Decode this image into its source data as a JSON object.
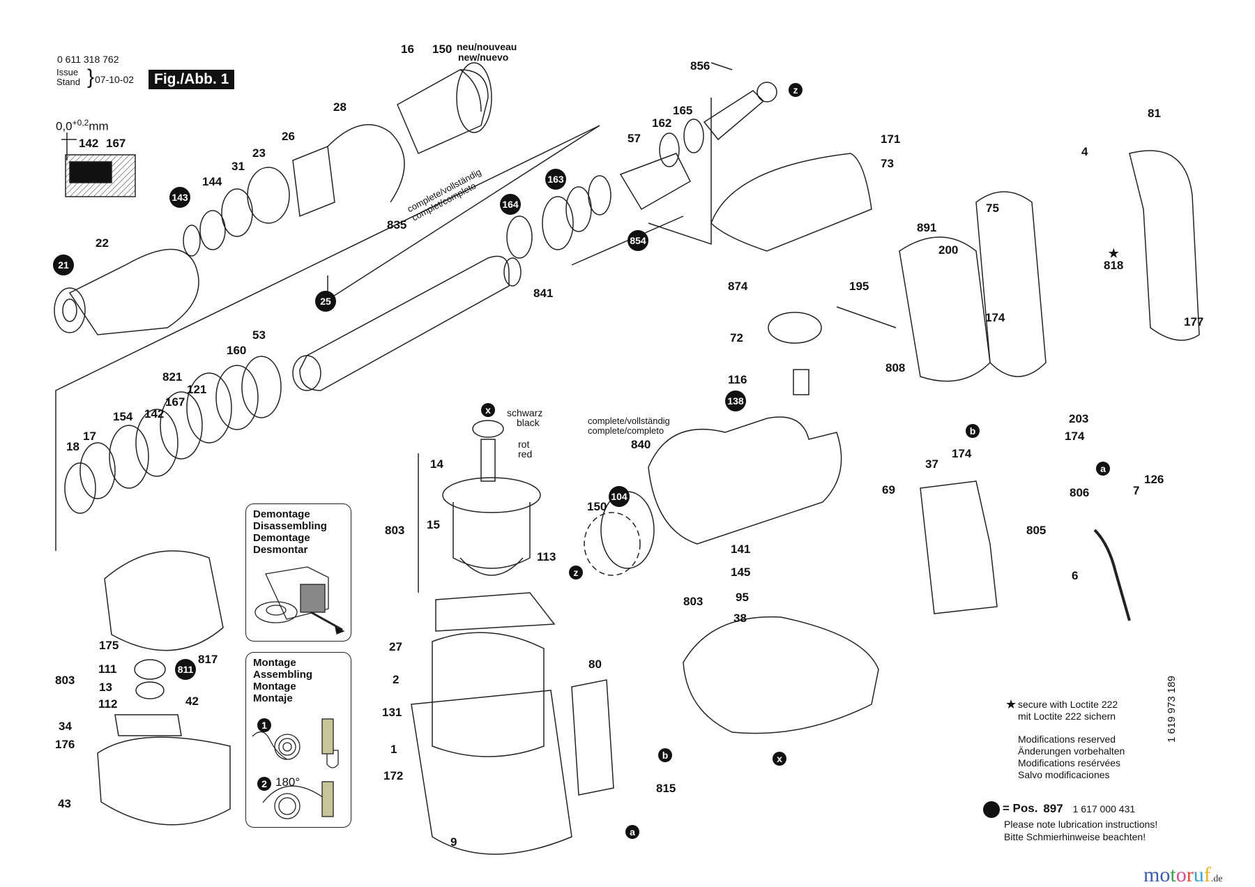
{
  "header": {
    "part_number": "0 611 318 762",
    "issue_label_1": "Issue",
    "issue_label_2": "Stand",
    "issue_date": "07-10-02",
    "figure_title": "Fig./Abb. 1"
  },
  "tolerance_inset": {
    "tolerance": "0,0",
    "tolerance_sup": "+0,2",
    "unit": "mm",
    "parts": [
      "142",
      "167"
    ]
  },
  "group_labels": {
    "new_1": "neu/nouveau",
    "new_2": "new/nuevo",
    "complete_a_1": "complete/vollständig",
    "complete_a_2": "complet/completo",
    "complete_b_1": "complete/vollständig",
    "complete_b_2": "complete/completo",
    "wire_black_de": "schwarz",
    "wire_black_en": "black",
    "wire_red_de": "rot",
    "wire_red_en": "red"
  },
  "part_labels": [
    {
      "id": "16",
      "style": "plain"
    },
    {
      "id": "150",
      "style": "plain"
    },
    {
      "id": "28",
      "style": "plain"
    },
    {
      "id": "26",
      "style": "plain"
    },
    {
      "id": "144",
      "style": "plain"
    },
    {
      "id": "31",
      "style": "plain"
    },
    {
      "id": "23",
      "style": "plain"
    },
    {
      "id": "22",
      "style": "plain"
    },
    {
      "id": "835",
      "style": "plain"
    },
    {
      "id": "841",
      "style": "plain"
    },
    {
      "id": "57",
      "style": "plain"
    },
    {
      "id": "162",
      "style": "plain"
    },
    {
      "id": "165",
      "style": "plain"
    },
    {
      "id": "856",
      "style": "plain"
    },
    {
      "id": "171",
      "style": "plain"
    },
    {
      "id": "73",
      "style": "plain"
    },
    {
      "id": "81",
      "style": "plain"
    },
    {
      "id": "4",
      "style": "plain"
    },
    {
      "id": "75",
      "style": "plain"
    },
    {
      "id": "891",
      "style": "plain"
    },
    {
      "id": "200",
      "style": "plain"
    },
    {
      "id": "818",
      "style": "plain"
    },
    {
      "id": "174",
      "style": "plain"
    },
    {
      "id": "177",
      "style": "plain"
    },
    {
      "id": "874",
      "style": "plain"
    },
    {
      "id": "195",
      "style": "plain"
    },
    {
      "id": "72",
      "style": "plain"
    },
    {
      "id": "116",
      "style": "plain"
    },
    {
      "id": "808",
      "style": "plain"
    },
    {
      "id": "203",
      "style": "plain"
    },
    {
      "id": "53",
      "style": "plain"
    },
    {
      "id": "160",
      "style": "plain"
    },
    {
      "id": "821",
      "style": "plain"
    },
    {
      "id": "121",
      "style": "plain"
    },
    {
      "id": "167",
      "style": "plain"
    },
    {
      "id": "142",
      "style": "plain"
    },
    {
      "id": "154",
      "style": "plain"
    },
    {
      "id": "17",
      "style": "plain"
    },
    {
      "id": "18",
      "style": "plain"
    },
    {
      "id": "14",
      "style": "plain"
    },
    {
      "id": "15",
      "style": "plain"
    },
    {
      "id": "803",
      "style": "plain"
    },
    {
      "id": "113",
      "style": "plain"
    },
    {
      "id": "27",
      "style": "plain"
    },
    {
      "id": "2",
      "style": "plain"
    },
    {
      "id": "131",
      "style": "plain"
    },
    {
      "id": "1",
      "style": "plain"
    },
    {
      "id": "172",
      "style": "plain"
    },
    {
      "id": "9",
      "style": "plain"
    },
    {
      "id": "80",
      "style": "plain"
    },
    {
      "id": "815",
      "style": "plain"
    },
    {
      "id": "840",
      "style": "plain"
    },
    {
      "id": "141",
      "style": "plain"
    },
    {
      "id": "145",
      "style": "plain"
    },
    {
      "id": "95",
      "style": "plain"
    },
    {
      "id": "38",
      "style": "plain"
    },
    {
      "id": "37",
      "style": "plain"
    },
    {
      "id": "69",
      "style": "plain"
    },
    {
      "id": "806",
      "style": "plain"
    },
    {
      "id": "7",
      "style": "plain"
    },
    {
      "id": "126",
      "style": "plain"
    },
    {
      "id": "805",
      "style": "plain"
    },
    {
      "id": "6",
      "style": "plain"
    },
    {
      "id": "175",
      "style": "plain"
    },
    {
      "id": "111",
      "style": "plain"
    },
    {
      "id": "13",
      "style": "plain"
    },
    {
      "id": "112",
      "style": "plain"
    },
    {
      "id": "34",
      "style": "plain"
    },
    {
      "id": "176",
      "style": "plain"
    },
    {
      "id": "43",
      "style": "plain"
    },
    {
      "id": "42",
      "style": "plain"
    },
    {
      "id": "817",
      "style": "plain"
    }
  ],
  "lubrication_badges": [
    "21",
    "143",
    "25",
    "164",
    "163",
    "854",
    "138",
    "104",
    "811"
  ],
  "connector_markers": [
    "z",
    "x",
    "a",
    "b"
  ],
  "demontage_box": {
    "lines": [
      "Demontage",
      "Disassembling",
      "Demontage",
      "Desmontar"
    ]
  },
  "montage_box": {
    "lines": [
      "Montage",
      "Assembling",
      "Montage",
      "Montaje"
    ],
    "step1": "1",
    "step2": "2",
    "step2_angle": "180°"
  },
  "notes": {
    "star_symbol": "★",
    "loctite_en": "secure with Loctite 222",
    "loctite_de": "mit Loctite 222 sichern",
    "modifications": [
      "Modifications reserved",
      "Änderungen vorbehalten",
      "Modifications resérvées",
      "Salvo modificaciones"
    ]
  },
  "lubrication_note": {
    "pos_label": "= Pos.",
    "pos_number": "897",
    "part_number": "1 617 000 431",
    "line_en": "Please note lubrication instructions!",
    "line_de": "Bitte Schmierhinweise beachten!"
  },
  "drawing_number": "1 619 973 189",
  "watermark": {
    "letters": [
      "m",
      "o",
      "t",
      "o",
      "r",
      "u",
      "f"
    ],
    "colors": [
      "#3b5bb5",
      "#3b5bb5",
      "#3aa24a",
      "#e04a8a",
      "#e04a3a",
      "#3aa0d8",
      "#f0b020"
    ],
    "suffix": ".de"
  }
}
